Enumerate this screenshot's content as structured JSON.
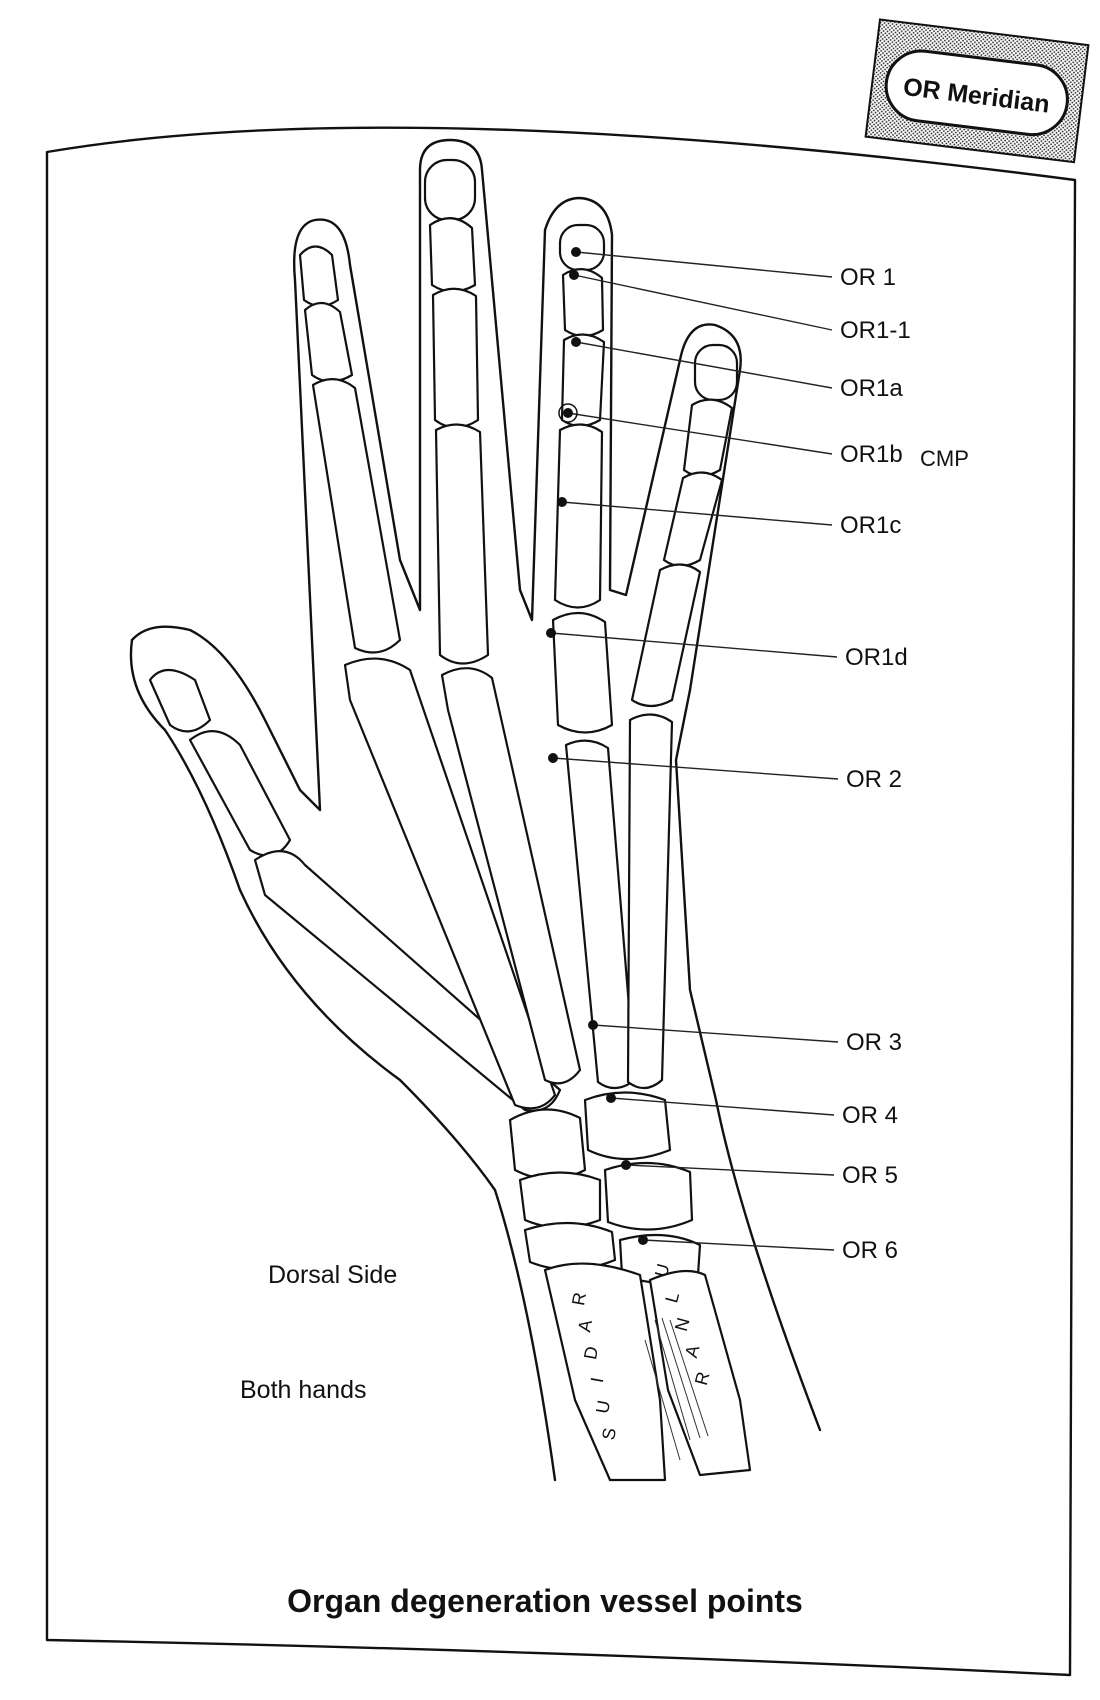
{
  "badge": {
    "label": "OR Meridian"
  },
  "notes": {
    "side": "Dorsal Side",
    "hands": "Both hands"
  },
  "caption": "Organ degeneration vessel points",
  "bones": {
    "radius": "RADIUS",
    "ulnar": "ULNAR"
  },
  "points": [
    {
      "label": "OR 1"
    },
    {
      "label": "OR1-1"
    },
    {
      "label": "OR1a"
    },
    {
      "label": "OR1b",
      "note": "CMP"
    },
    {
      "label": "OR1c"
    },
    {
      "label": "OR1d"
    },
    {
      "label": "OR 2"
    },
    {
      "label": "OR 3"
    },
    {
      "label": "OR 4"
    },
    {
      "label": "OR 5"
    },
    {
      "label": "OR 6"
    }
  ],
  "colors": {
    "ink": "#111111",
    "paper": "#ffffff"
  }
}
